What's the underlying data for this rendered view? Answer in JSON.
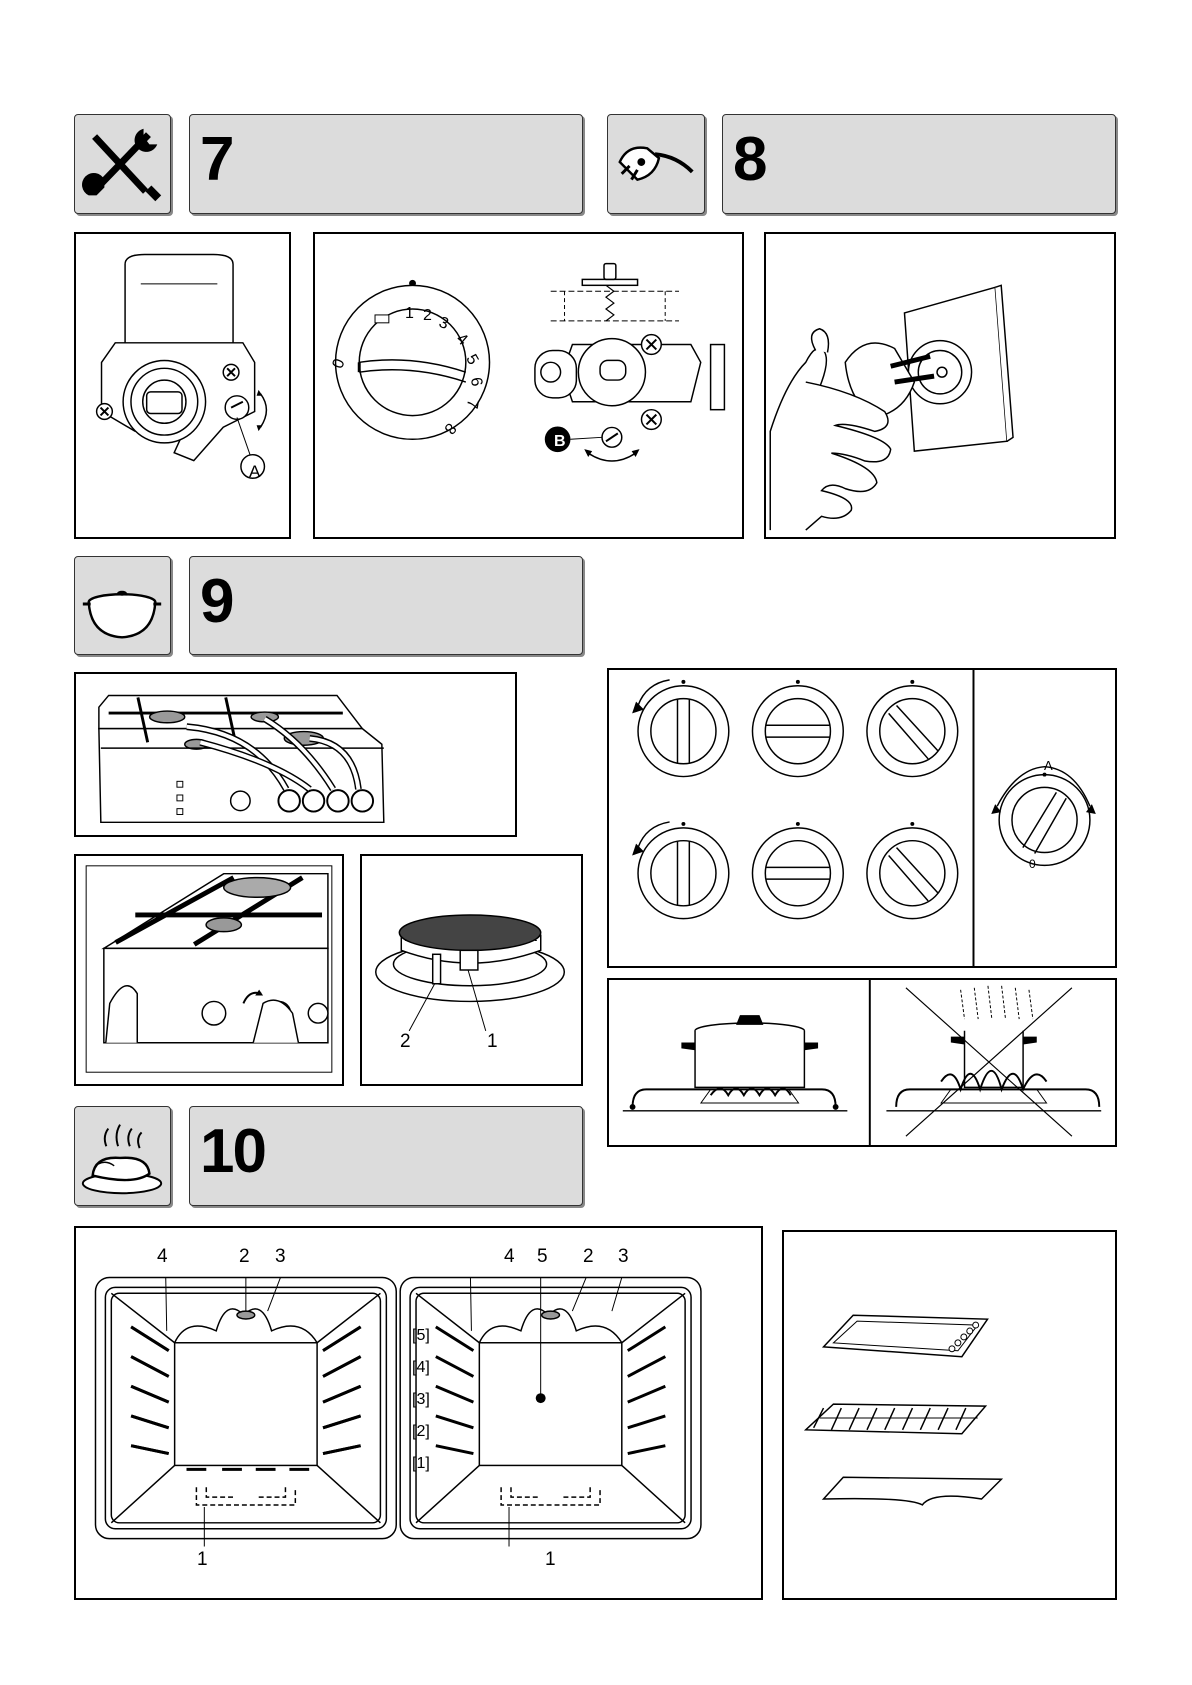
{
  "sections": {
    "s7": {
      "number": "7",
      "icon": "wrench-screwdriver-icon"
    },
    "s8": {
      "number": "8",
      "icon": "plug-icon"
    },
    "s9": {
      "number": "9",
      "icon": "cooking-pot-icon"
    },
    "s10": {
      "number": "10",
      "icon": "roast-chicken-icon"
    }
  },
  "fig7": {
    "callout_a": "A",
    "callout_b": "B",
    "dial_marks": [
      "0",
      "1",
      "2",
      "3",
      "4",
      "5",
      "6",
      "7",
      "8"
    ]
  },
  "fig9": {
    "burner_labels": {
      "left": "2",
      "right": "1"
    },
    "knob_position_label": "A",
    "knob_zero": "0"
  },
  "fig10": {
    "oven_left": {
      "top_labels": [
        "4",
        "2",
        "3"
      ],
      "bottom_label": "1"
    },
    "oven_right": {
      "top_labels": [
        "4",
        "5",
        "2",
        "3"
      ],
      "bottom_label": "1"
    },
    "shelf_levels": [
      "[5]",
      "[4]",
      "[3]",
      "[2]",
      "[1]"
    ]
  },
  "colors": {
    "header_bg": "#dcdcdc",
    "outline": "#000000"
  }
}
